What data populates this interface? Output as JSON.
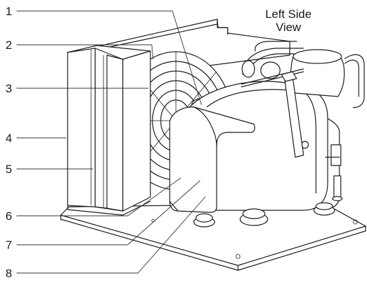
{
  "view_title": {
    "line1": "Left Side",
    "line2": "View"
  },
  "callouts": [
    {
      "id": "1",
      "label": "1"
    },
    {
      "id": "2",
      "label": "2"
    },
    {
      "id": "3",
      "label": "3"
    },
    {
      "id": "4",
      "label": "4"
    },
    {
      "id": "5",
      "label": "5"
    },
    {
      "id": "6",
      "label": "6"
    },
    {
      "id": "7",
      "label": "7"
    },
    {
      "id": "8",
      "label": "8"
    }
  ]
}
